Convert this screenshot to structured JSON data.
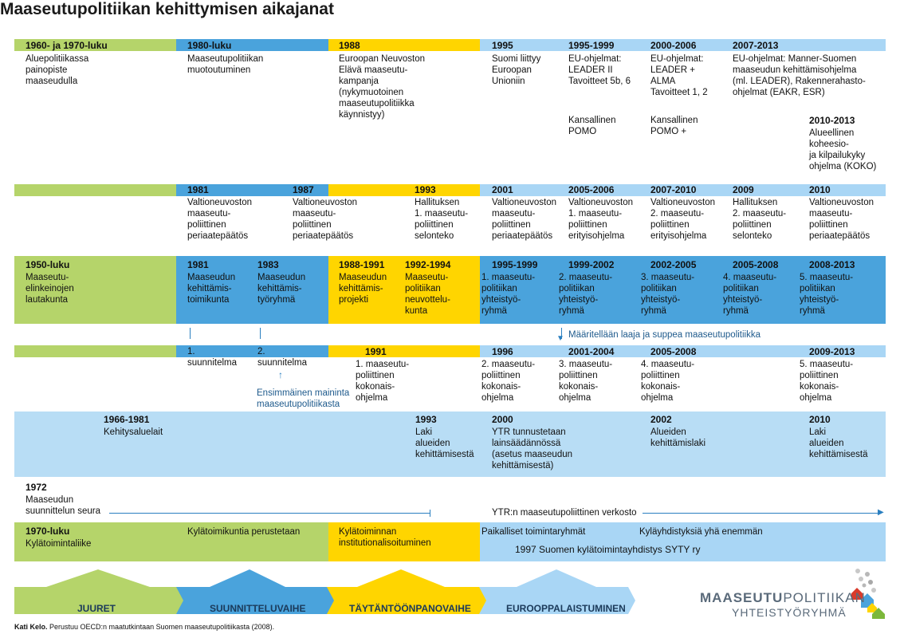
{
  "title": "Maaseutupolitiikan kehittymisen aikajanat",
  "row1": {
    "h": [
      "1960- ja 1970-luku",
      "1980-luku",
      "1988",
      "1995",
      "1995-1999",
      "2000-2006",
      "2007-2013"
    ],
    "t": [
      "Aluepolitiikassa\npainopiste\nmaaseudulla",
      "Maaseutupolitiikan\nmuotoutuminen",
      "Euroopan Neuvoston\nElävä maaseutu-\nkampanja\n(nykymuotoinen\nmaaseutupolitiikka\nkäynnistyy)",
      "Suomi liittyy\nEuroopan\nUnioniin",
      "EU-ohjelmat:\nLEADER II\nTavoitteet 5b, 6",
      "EU-ohjelmat:\nLEADER +\nALMA\nTavoitteet 1, 2",
      "EU-ohjelmat: Manner-Suomen\nmaaseudun kehittämisohjelma\n(ml. LEADER), Rakennerahasto-\nohjelmat (EAKR, ESR)"
    ],
    "extra1": "Kansallinen\nPOMO",
    "extra2": "Kansallinen\nPOMO +",
    "extra3_h": "2010-2013",
    "extra3_t": "Alueellinen\nkoheesio-\nja kilpailukyky\nohjelma (KOKO)"
  },
  "row2": {
    "h": [
      "1981",
      "1987",
      "1993",
      "2001",
      "2005-2006",
      "2007-2010",
      "2009",
      "2010"
    ],
    "t": [
      "Valtioneuvoston\nmaaseutu-\npoliittinen\nperiaatepäätös",
      "Valtioneuvoston\nmaaseutu-\npoliittinen\nperiaatepäätös",
      "Hallituksen\n1. maaseutu-\npoliittinen\nselonteko",
      "Valtioneuvoston\nmaaseutu-\npoliittinen\nperiaatepäätös",
      "Valtioneuvoston\n1. maaseutu-\npoliittinen\nerityisohjelma",
      "Valtioneuvoston\n2. maaseutu-\npoliittinen\nerityisohjelma",
      "Hallituksen\n2. maaseutu-\npoliittinen\nselonteko",
      "Valtioneuvoston\nmaaseutu-\npoliittinen\nperiaatepäätös"
    ]
  },
  "row3": {
    "h": [
      "1950-luku",
      "1981",
      "1983",
      "1988-1991",
      "1992-1994",
      "1995-1999",
      "1999-2002",
      "2002-2005",
      "2005-2008",
      "2008-2013"
    ],
    "t": [
      "Maaseutu-\nelinkeinojen\nlautakunta",
      "Maaseudun\nkehittämis-\ntoimikunta",
      "Maaseudun\nkehittämis-\ntyöryhmä",
      "Maaseudun\nkehittämis-\nprojekti",
      "Maaseutu-\npolitiikan\nneuvottelu-\nkunta",
      "1. maaseutu-\n    politiikan\n    yhteistyö-\n    ryhmä",
      "2. maaseutu-\n    politiikan\n    yhteistyö-\n    ryhmä",
      "3. maaseutu-\n    politiikan\n    yhteistyö-\n    ryhmä",
      "4. maaseutu-\n    politiikan\n    yhteistyö-\n    ryhmä",
      "5. maaseutu-\n    politiikan\n    yhteistyö-\n    ryhmä"
    ],
    "note": "Määritellään laaja ja suppea maaseutupolitiikka"
  },
  "row4": {
    "h": [
      "1991",
      "1996",
      "2001-2004",
      "2005-2008",
      "2009-2013"
    ],
    "t": [
      "1.\nsuunnitelma",
      "2.\nsuunnitelma",
      "1. maaseutu-\n    poliittinen\n    kokonais-\n    ohjelma",
      "2. maaseutu-\n    poliittinen\n    kokonais-\n    ohjelma",
      "3. maaseutu-\n    poliittinen\n    kokonais-\n    ohjelma",
      "4. maaseutu-\n    poliittinen\n    kokonais-\n    ohjelma",
      "5. maaseutu-\n    poliittinen\n    kokonais-\n    ohjelma"
    ],
    "note": "Ensimmäinen maininta\nmaaseutupolitiikasta"
  },
  "row5": {
    "h": [
      "1966-1981",
      "1993",
      "2000",
      "2002",
      "2010"
    ],
    "t": [
      "Kehitysaluelait",
      "Laki\nalueiden\nkehittämisestä",
      "YTR tunnustetaan\nlainsäädännössä\n(asetus maaseudun\nkehittämisestä)",
      "Alueiden\nkehittämislaki",
      "Laki\nalueiden\nkehittämisestä"
    ]
  },
  "row6": {
    "h": "1972",
    "t": "Maaseudun\nsuunnittelun seura",
    "t2": "YTR:n maaseutupoliittinen verkosto"
  },
  "row7": {
    "h": "1970-luku",
    "t": [
      "Kylätoimintaliike",
      "Kylätoimikuntia perustetaan",
      "Kylätoiminnan\ninstitutionalisoituminen",
      "Paikalliset toimintaryhmät",
      "Kyläyhdistyksiä yhä enemmän",
      "1997 Suomen kylätoimintayhdistys SYTY ry"
    ]
  },
  "phases": [
    "JUURET",
    "SUUNNITTELUVAIHE",
    "TÄYTÄNTÖÖNPANOVAIHE",
    "EUROOPPALAISTUMINEN"
  ],
  "logo": {
    "line1a": "MAASEUTU",
    "line1b": "POLITIIKAN",
    "line2": "YHTEISTYÖRYHMÄ"
  },
  "footer": {
    "author": "Kati Kelo.",
    "source": " Perustuu OECD:n maatutkintaan Suomen maaseutupolitiikasta (2008)."
  }
}
